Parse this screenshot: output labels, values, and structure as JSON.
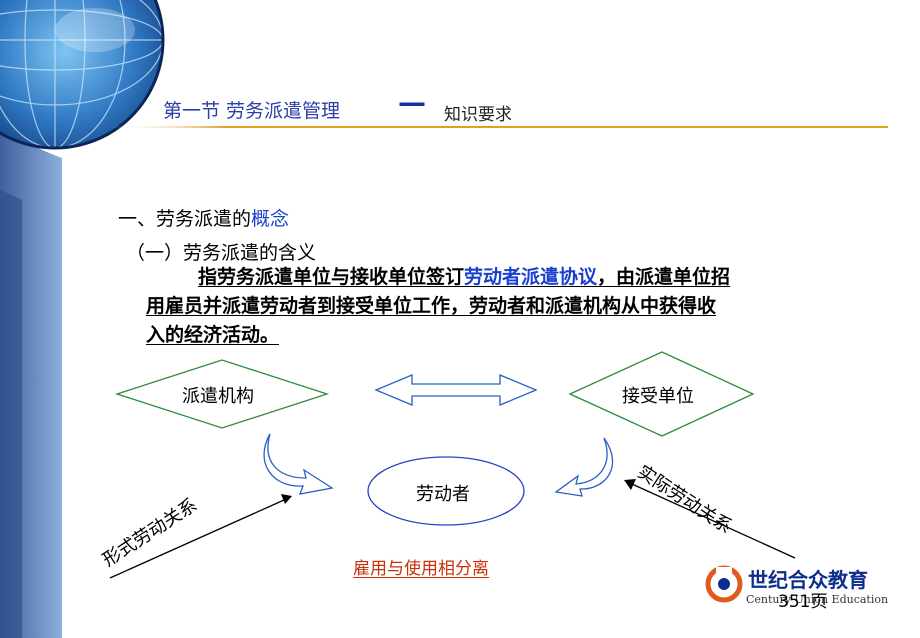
{
  "header": {
    "title": "第一节  劳务派遣管理",
    "dash": "—",
    "subtitle": "知识要求"
  },
  "section": {
    "heading_prefix": "一、劳务派遣的",
    "heading_keyword": "概念",
    "subheading": "（一）劳务派遣的含义"
  },
  "definition": {
    "line1_pre": "指劳务派遣单位与接收单位签订",
    "line1_keyword": "劳动者派遣协议",
    "line1_post": "，由派遣单位招",
    "line2": "用雇员并派遣劳动者到接受单位工作，劳动者和派遣机构从中获得收",
    "line3": "入的经济活动。"
  },
  "diagram": {
    "node_left": "派遣机构",
    "node_right": "接受单位",
    "node_center": "劳动者",
    "relation_left": "形式劳动关系",
    "relation_right": "实际劳动关系",
    "caption": "雇用与使用相分离"
  },
  "logo": {
    "name_cn": "世纪合众教育",
    "name_en": "Century Union Education"
  },
  "page_label": "351页",
  "colors": {
    "title_blue": "#2b3fa6",
    "keyword_blue": "#1a3fd0",
    "diagram_green": "#2e8b3a",
    "arrow_blue": "#2a5fc8",
    "caption_red": "#c8320b",
    "divider_gold": "#e0a020"
  }
}
